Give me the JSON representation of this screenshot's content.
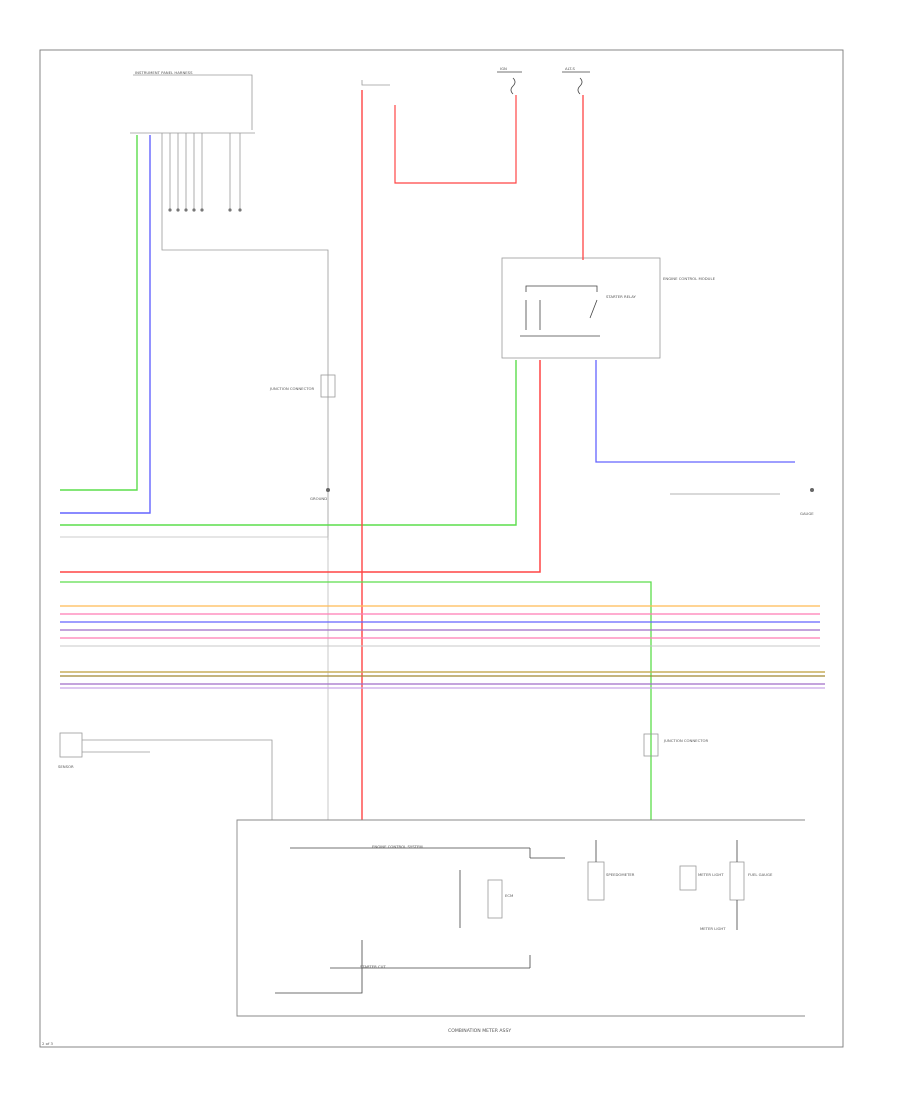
{
  "colors": {
    "red": "#ff4545",
    "green": "#5cdd4c",
    "blue": "#6464ff",
    "grey": "#9a9a9a",
    "orange": "#ffba55",
    "pink": "#ff7cb4",
    "tan": "#c9ad5a",
    "olive": "#a08832",
    "purple": "#a06ec8",
    "light_grey": "#d6d6d6",
    "lavender": "#c9a7e8"
  },
  "labels": {
    "combination_meter_assy": "COMBINATION METER ASSY",
    "page_number": "2 of 3",
    "top_connector": "INSTRUMENT PANEL HARNESS",
    "fuse_left": "IGN",
    "fuse_right": "ALT-S",
    "engine_ecu_note": "ENGINE CONTROL MODULE",
    "junction_relay": "STARTER RELAY",
    "ecm_label": "ECM",
    "starter_cut": "STARTER CUT",
    "speedo": "SPEEDOMETER",
    "fuel_gauge": "FUEL GAUGE",
    "engine_control_system": "ENGINE CONTROL SYSTEM",
    "junction_connector_left": "JUNCTION CONNECTOR",
    "junction_connector_right": "JUNCTION CONNECTOR",
    "ground_label": "GROUND",
    "sensor_label": "SENSOR",
    "gauge_label": "GAUGE",
    "meter_light": "METER LIGHT"
  }
}
